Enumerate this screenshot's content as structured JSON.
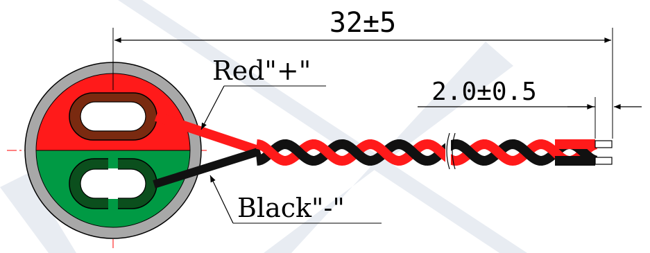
{
  "dimensions": {
    "overall_length": "32±5",
    "strip_length": "2.0±0.5"
  },
  "leads": {
    "positive": {
      "label": "Red\"+\"",
      "color": "#ff1a1a"
    },
    "negative": {
      "label": "Black\"-\"",
      "color": "#111111"
    }
  },
  "colors": {
    "casing_rim": "#a8a8a8",
    "top_half": "#ff1a1a",
    "bottom_half": "#009a44",
    "positive_pad": "#7a2a10",
    "negative_pad": "#0b4f1d",
    "centerline": "#ff0000",
    "dimension_line": "#000000",
    "watermark": "#e8ecf2"
  }
}
